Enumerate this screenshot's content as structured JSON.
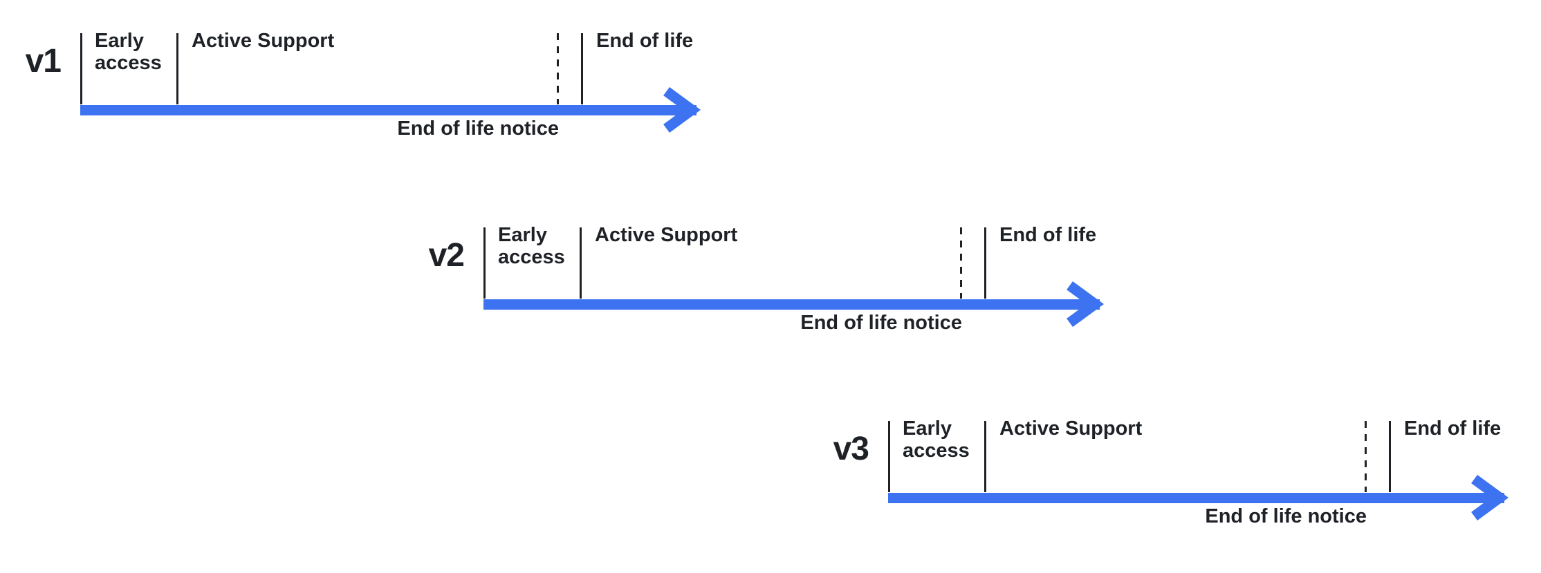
{
  "colors": {
    "arrow_blue": "#3d72f0",
    "ink": "#1e2126",
    "background": "#ffffff"
  },
  "rows": [
    {
      "version": "v1",
      "early_access": "Early access",
      "active_support": "Active Support",
      "end_of_life": "End of life",
      "end_of_life_notice": "End of life notice"
    },
    {
      "version": "v2",
      "early_access": "Early access",
      "active_support": "Active Support",
      "end_of_life": "End of life",
      "end_of_life_notice": "End of life notice"
    },
    {
      "version": "v3",
      "early_access": "Early access",
      "active_support": "Active Support",
      "end_of_life": "End of life",
      "end_of_life_notice": "End of life notice"
    }
  ]
}
